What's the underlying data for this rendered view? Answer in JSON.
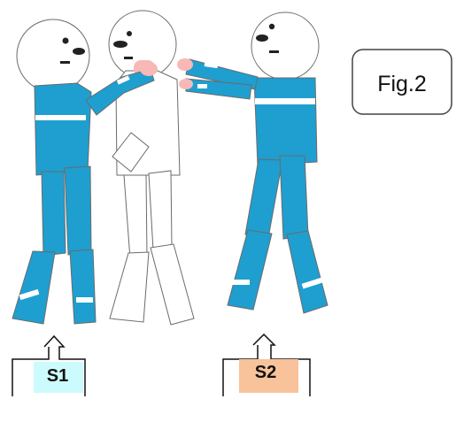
{
  "figure": {
    "label": "Fig.2"
  },
  "markers": [
    {
      "label": "S1",
      "fill": "#ccfbfd"
    },
    {
      "label": "S2",
      "fill": "#f8c39a"
    }
  ],
  "colors": {
    "uniform": "#1e9fd0",
    "reflective_stripe": "#ffffff",
    "outline": "#222222",
    "skin_highlight": "#f7b8b6"
  }
}
